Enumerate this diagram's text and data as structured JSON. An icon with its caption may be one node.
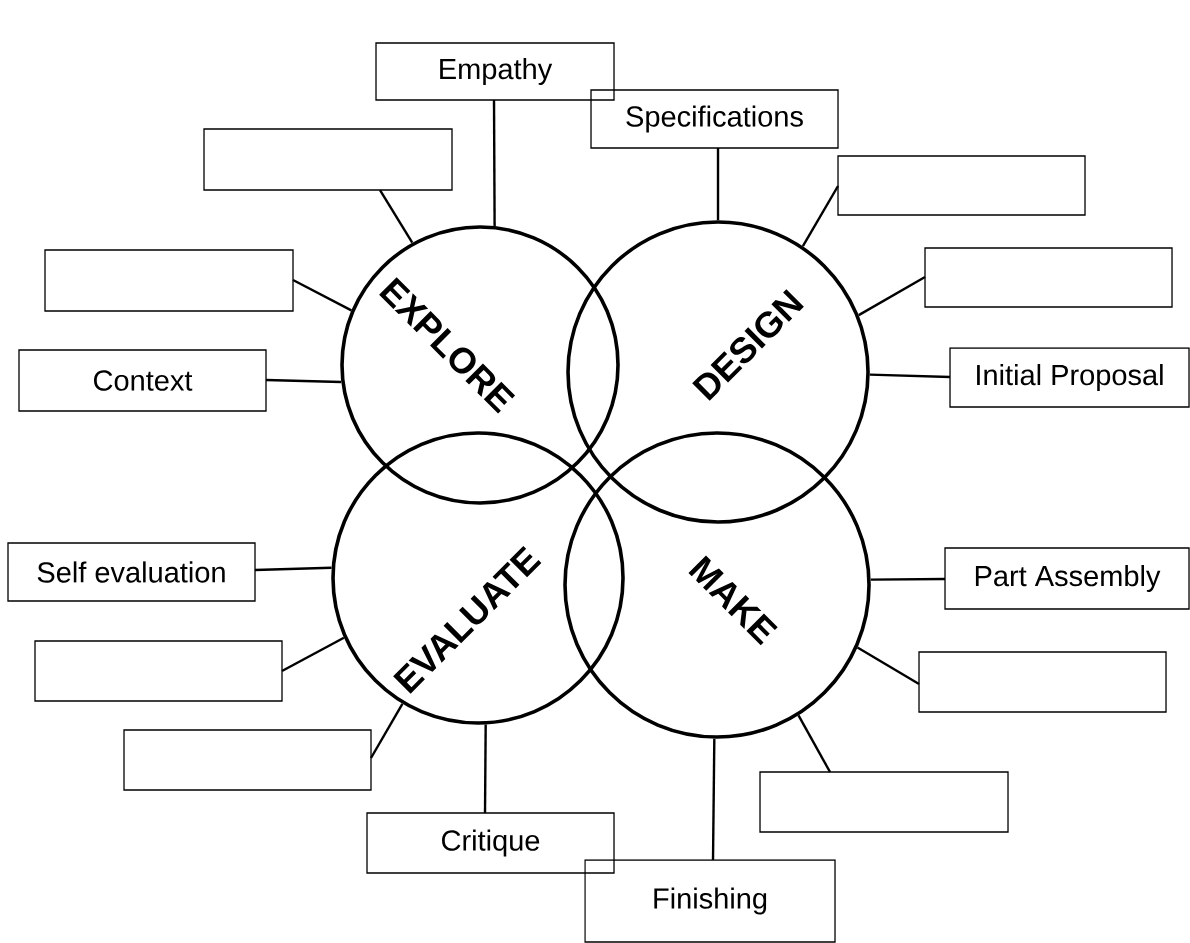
{
  "diagram": {
    "nodes": [
      {
        "text": [
          "EXPLORE"
        ]
      },
      {
        "text": [
          "DESIGN"
        ]
      },
      {
        "text": [
          "EVALUATE"
        ]
      },
      {
        "text": [
          "MAKE"
        ]
      },
      {
        "text": [
          "Empathy"
        ]
      },
      {
        "text": [
          "Specifications"
        ]
      },
      {
        "text": [],
        "shape": "box"
      },
      {
        "text": [],
        "shape": "box"
      },
      {
        "text": [],
        "shape": "box"
      },
      {
        "text": [],
        "shape": "box"
      },
      {
        "text": [
          "Initial Proposal"
        ]
      },
      {
        "text": [
          "Context"
        ]
      },
      {
        "text": [
          "Self evaluation"
        ]
      },
      {
        "text": [
          "Part Assembly"
        ]
      },
      {
        "text": [],
        "shape": "box"
      },
      {
        "text": [],
        "shape": "box"
      },
      {
        "text": [],
        "shape": "box"
      },
      {
        "text": [],
        "shape": "box"
      },
      {
        "text": [
          "Critique"
        ]
      },
      {
        "text": [
          "Finishing"
        ]
      }
    ],
    "edges": [
      {
        "from": 4,
        "to": 0,
        "arrow": "none"
      },
      {
        "from": 5,
        "to": 1,
        "arrow": "none"
      },
      {
        "from": 6,
        "to": 0,
        "arrow": "none"
      },
      {
        "from": 7,
        "to": 1,
        "arrow": "none"
      },
      {
        "from": 8,
        "to": 1,
        "arrow": "none"
      },
      {
        "from": 9,
        "to": 0,
        "arrow": "none"
      },
      {
        "from": 10,
        "to": 1,
        "arrow": "none"
      },
      {
        "from": 11,
        "to": 0,
        "arrow": "none"
      },
      {
        "from": 12,
        "to": 2,
        "arrow": "none"
      },
      {
        "from": 13,
        "to": 3,
        "arrow": "none"
      },
      {
        "from": 14,
        "to": 2,
        "arrow": "none"
      },
      {
        "from": 15,
        "to": 3,
        "arrow": "none"
      },
      {
        "from": 16,
        "to": 2,
        "arrow": "none"
      },
      {
        "from": 17,
        "to": 3,
        "arrow": "none"
      },
      {
        "from": 18,
        "to": 2,
        "arrow": "none"
      },
      {
        "from": 19,
        "to": 3,
        "arrow": "none"
      }
    ]
  }
}
